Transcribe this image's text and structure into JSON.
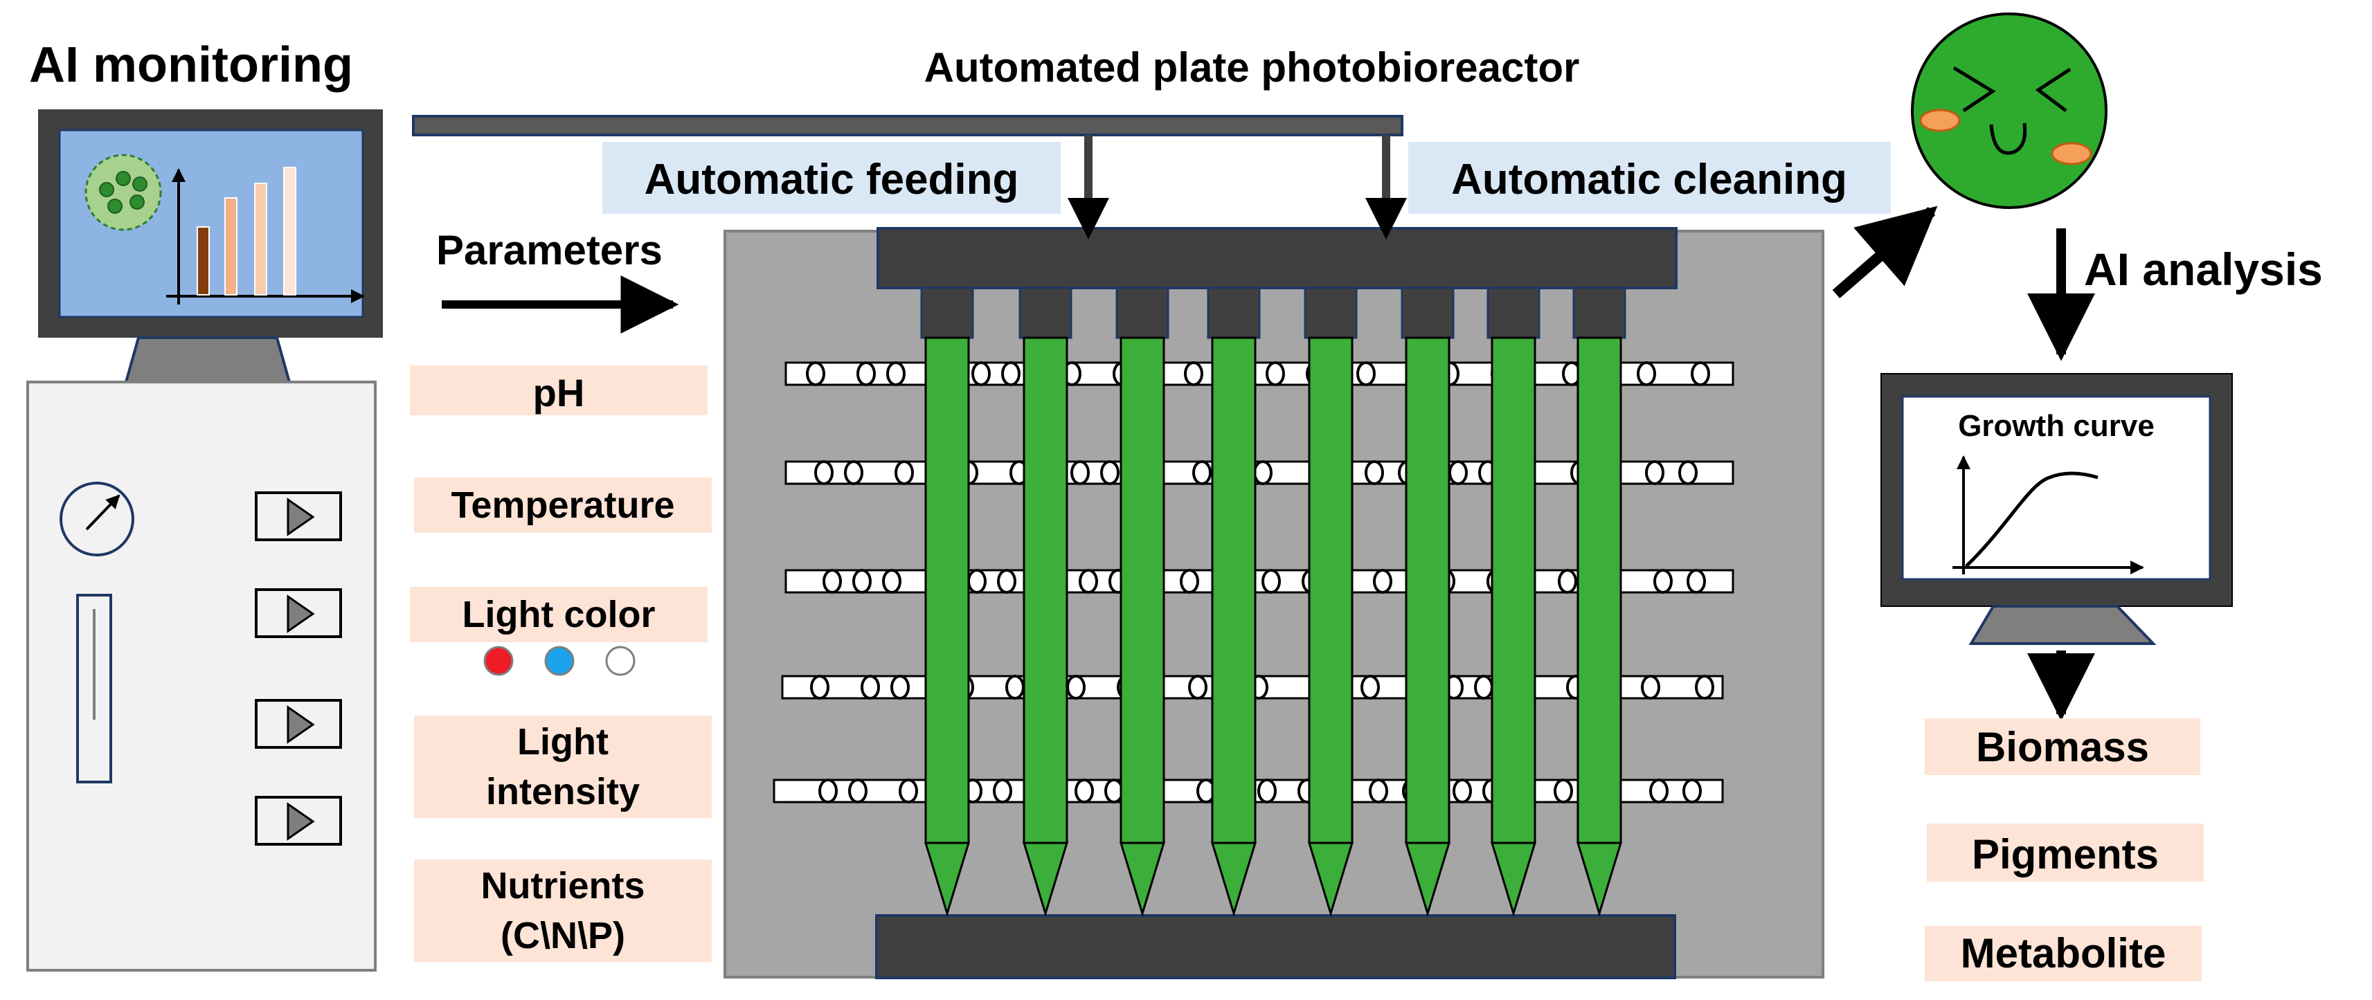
{
  "titles": {
    "ai_monitoring": "AI monitoring",
    "reactor": "Automated plate photobioreactor",
    "parameters": "Parameters",
    "ai_analysis": "AI analysis"
  },
  "labels": {
    "automatic_feeding": "Automatic feeding",
    "automatic_cleaning": "Automatic cleaning",
    "growth_curve": "Growth curve"
  },
  "parameters": {
    "ph": "pH",
    "temperature": "Temperature",
    "light_color": "Light color",
    "light_intensity_line1": "Light",
    "light_intensity_line2": "intensity",
    "nutrients_line1": "Nutrients",
    "nutrients_line2": "(C\\N\\P)"
  },
  "light_colors": [
    "#ee1c24",
    "#1ca3ec",
    "#ffffff"
  ],
  "outputs": {
    "biomass": "Biomass",
    "pigments": "Pigments",
    "metabolite": "Metabolite"
  },
  "colors": {
    "screen_blue": "#8eb4e3",
    "reactor_gray": "#a6a6a6",
    "dark_gray": "#404040",
    "tube_green": "#3cae3a",
    "face_green": "#2eab2e",
    "param_box": "#fde4d6",
    "label_box": "#dae8f6",
    "cheek_orange": "#f4a05a"
  },
  "icons": {
    "face": "smiley-face-icon",
    "cell": "algae-cell-icon",
    "gauge": "gauge-icon",
    "play": "play-icon",
    "bar_chart": "bar-chart-icon",
    "curve": "growth-curve-icon"
  }
}
